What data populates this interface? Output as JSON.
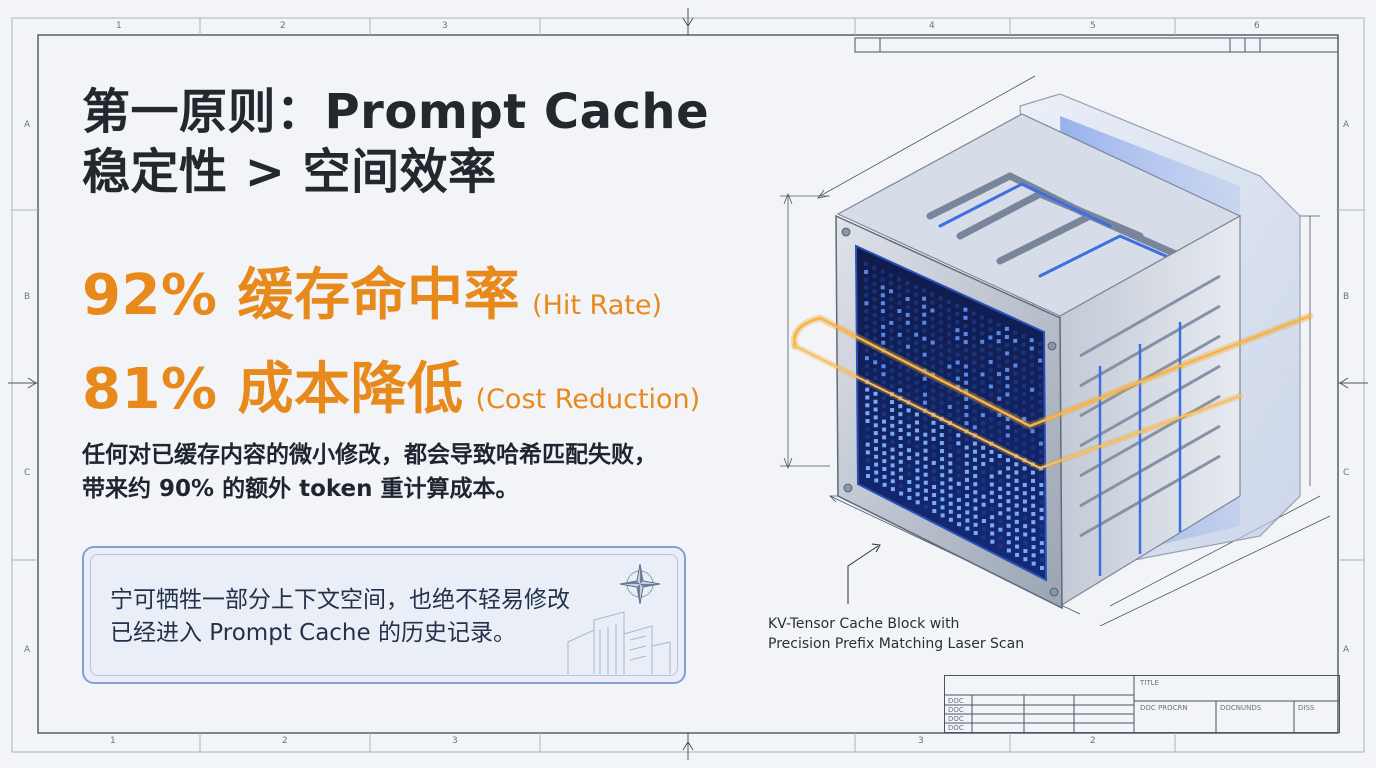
{
  "title": {
    "line1": "第一原则：Prompt Cache",
    "line2": "稳定性 > 空间效率"
  },
  "stats": [
    {
      "value": "92% 缓存命中率",
      "note": "(Hit Rate)"
    },
    {
      "value": "81% 成本降低",
      "note": "(Cost Reduction)"
    }
  ],
  "description": {
    "line1": "任何对已缓存内容的微小修改，都会导致哈希匹配失败，",
    "line2": "带来约 90% 的额外 token 重计算成本。"
  },
  "callout": {
    "line1": "宁可牺牲一部分上下文空间，也绝不轻易修改",
    "line2": "已经进入 Prompt Cache 的历史记录。"
  },
  "caption": {
    "line1": "KV-Tensor Cache Block with",
    "line2": "Precision Prefix Matching Laser Scan"
  },
  "ruler": {
    "top": [
      "1",
      "2",
      "3",
      "4",
      "5",
      "6"
    ],
    "bottom": [
      "1",
      "2",
      "3",
      "3",
      "2"
    ],
    "left": [
      "A",
      "B",
      "C",
      "A"
    ],
    "right": [
      "A",
      "B",
      "C",
      "A"
    ]
  },
  "title_block": {
    "title_label": "TITLE",
    "left_labels": [
      "DOC",
      "DOC",
      "DOC",
      "DOC"
    ],
    "field1": "DOC PROCRN",
    "field2": "DOCNUNDS",
    "field3": "DISS"
  },
  "colors": {
    "accent_orange": "#e8891b",
    "callout_border": "#7f9fd6",
    "led_blue": "#2f6be0",
    "laser": "#f2a230"
  }
}
